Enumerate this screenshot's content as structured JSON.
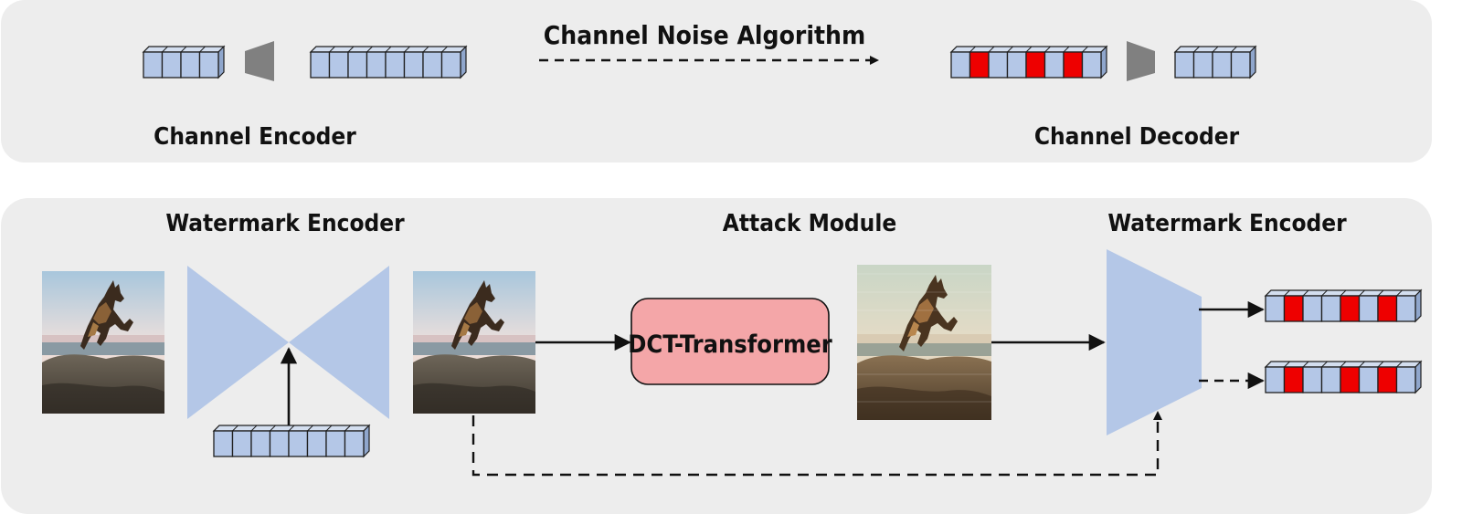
{
  "top_panel": {
    "title": "Channel Noise Algorithm",
    "encoder_label": "Channel Encoder",
    "decoder_label": "Channel Decoder"
  },
  "bottom_panel": {
    "encoder_label": "Watermark Encoder",
    "attack_label": "Attack Module",
    "decoder_label": "Watermark Encoder",
    "dct_label": "DCT-Transformer"
  },
  "bit_vectors": {
    "channel_input_cells": [
      "blue",
      "blue",
      "blue",
      "blue"
    ],
    "channel_encoded_cells": [
      "blue",
      "blue",
      "blue",
      "blue",
      "blue",
      "blue",
      "blue",
      "blue"
    ],
    "channel_noisy_cells": [
      "blue",
      "red",
      "blue",
      "blue",
      "red",
      "blue",
      "red",
      "blue"
    ],
    "channel_output_cells": [
      "blue",
      "blue",
      "blue",
      "blue"
    ],
    "watermark_input_cells": [
      "blue",
      "blue",
      "blue",
      "blue",
      "blue",
      "blue",
      "blue",
      "blue"
    ],
    "decoded_output_1_cells": [
      "blue",
      "red",
      "blue",
      "blue",
      "red",
      "blue",
      "red",
      "blue"
    ],
    "decoded_output_2_cells": [
      "blue",
      "red",
      "blue",
      "blue",
      "red",
      "blue",
      "red",
      "blue"
    ]
  },
  "colors": {
    "panel_bg": "#ededed",
    "cell_blue": "#b4c7e7",
    "cell_red": "#ee0000",
    "cell_blue_side": "#8fa6cc",
    "cell_red_side": "#b00000",
    "cell_stroke": "#1f1f1f",
    "trapezoid_gray": "#808080",
    "network_blue": "#b4c7e7",
    "dct_fill": "#f4a6a8"
  }
}
